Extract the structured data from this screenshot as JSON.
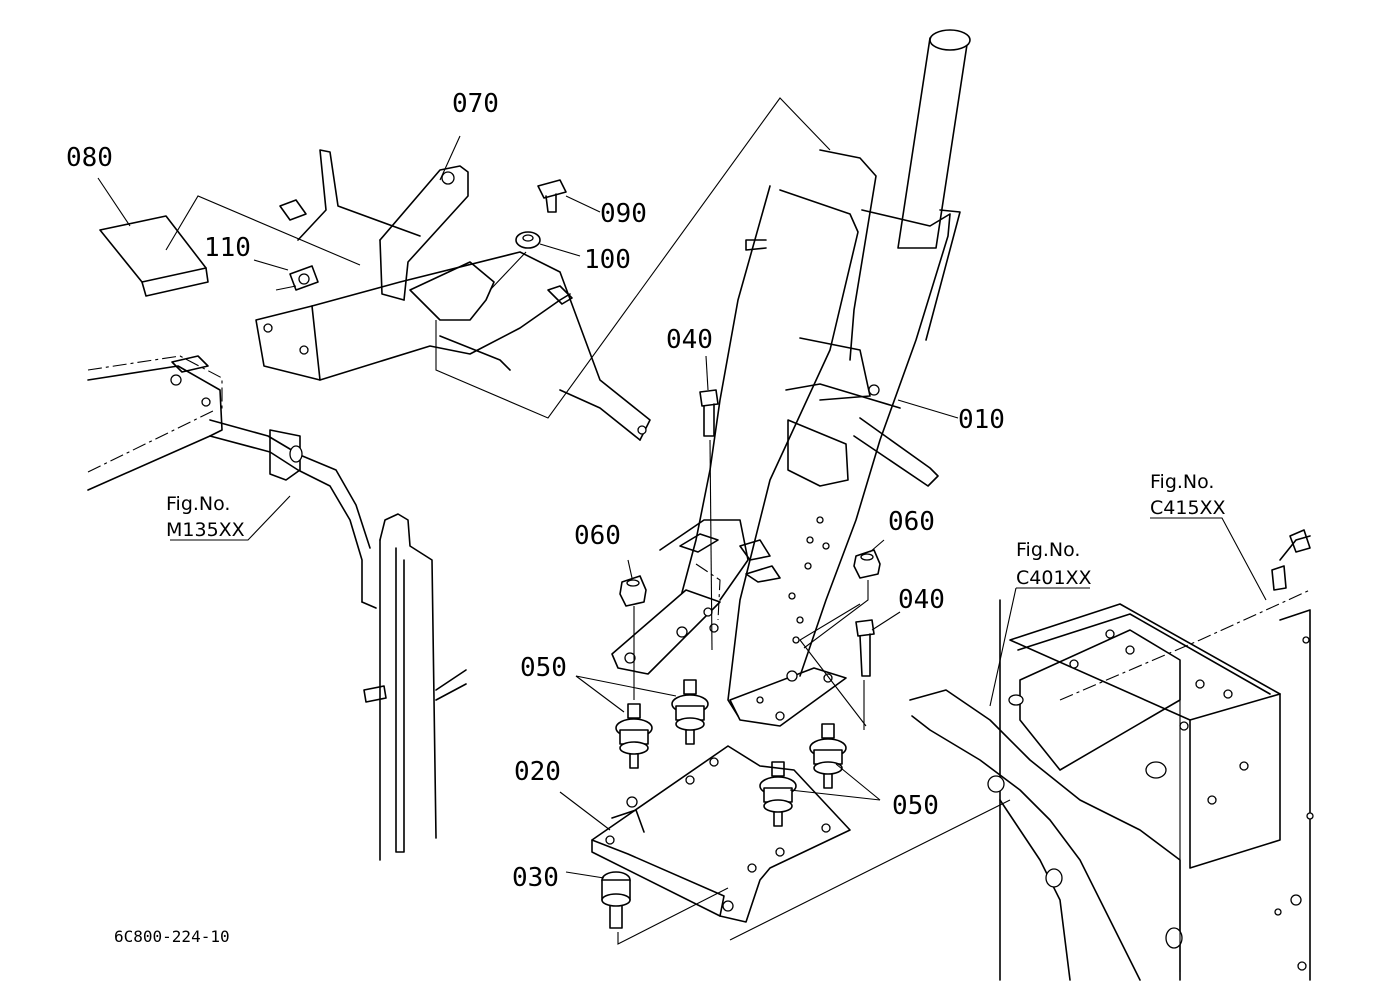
{
  "callouts": {
    "p010": "010",
    "p020": "020",
    "p030": "030",
    "p040a": "040",
    "p040b": "040",
    "p050a": "050",
    "p050b": "050",
    "p060a": "060",
    "p060b": "060",
    "p070": "070",
    "p080": "080",
    "p090": "090",
    "p100": "100",
    "p110": "110"
  },
  "figure_refs": {
    "m135": {
      "label": "Fig.No.",
      "code": "M135XX"
    },
    "c401": {
      "label": "Fig.No.",
      "code": "C401XX"
    },
    "c415": {
      "label": "Fig.No.",
      "code": "C415XX"
    }
  },
  "document_number": "6C800-224-10"
}
